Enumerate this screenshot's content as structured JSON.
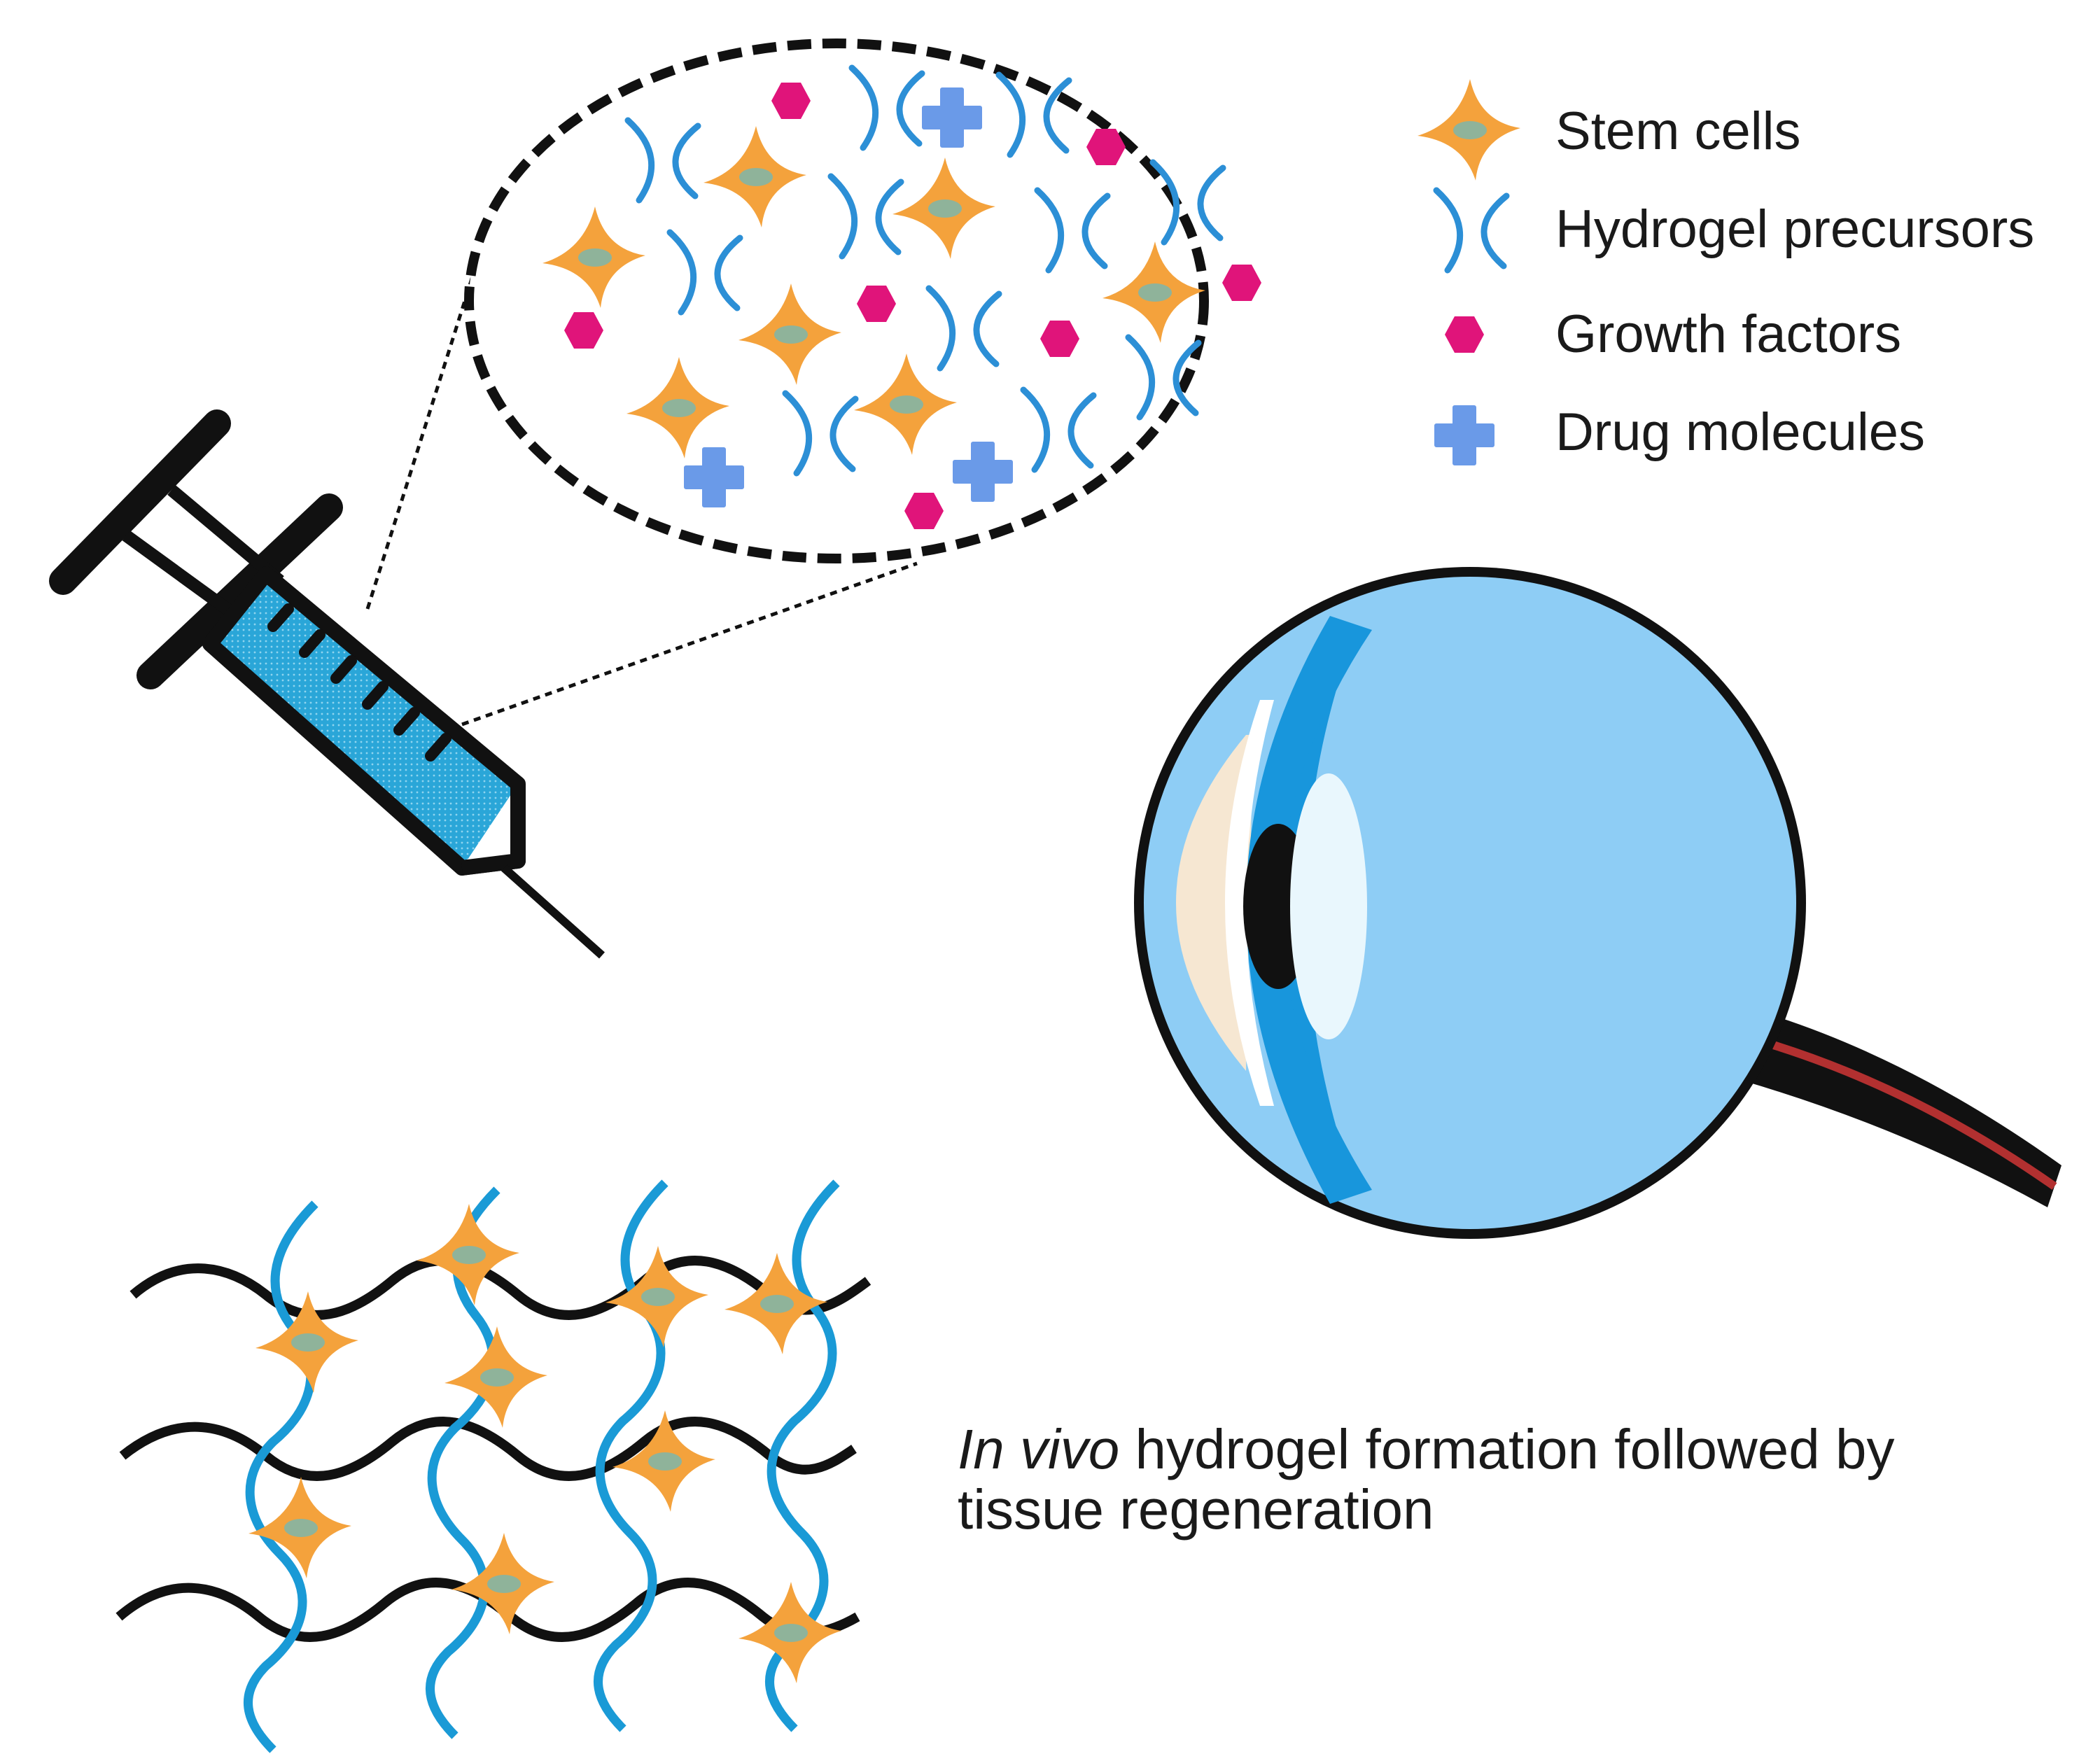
{
  "legend": {
    "items": [
      {
        "label": "Stem cells",
        "icon": "stem-cell-icon"
      },
      {
        "label": "Hydrogel precursors",
        "icon": "hydrogel-precursor-icon"
      },
      {
        "label": "Growth factors",
        "icon": "growth-factor-icon"
      },
      {
        "label": "Drug molecules",
        "icon": "drug-molecule-icon"
      }
    ]
  },
  "caption": {
    "italic": "In vivo",
    "text": " hydrogel formation followed by tissue regeneration"
  },
  "colors": {
    "stem_cell": "#f4a23c",
    "stem_cell_nucleus": "#8fb39a",
    "hydrogel_precursor": "#2c8fd6",
    "growth_factor": "#e0147a",
    "drug_molecule": "#6a9ae8",
    "syringe_fill": "#2aa6d8",
    "eye_sclera": "#8ecdf5",
    "eye_cornea": "#1896dc",
    "eye_lens": "#f6e7d2",
    "optic_nerve_vessel": "#b23030",
    "outline": "#111111",
    "network_black": "#111111",
    "network_blue": "#1a9ad6"
  }
}
